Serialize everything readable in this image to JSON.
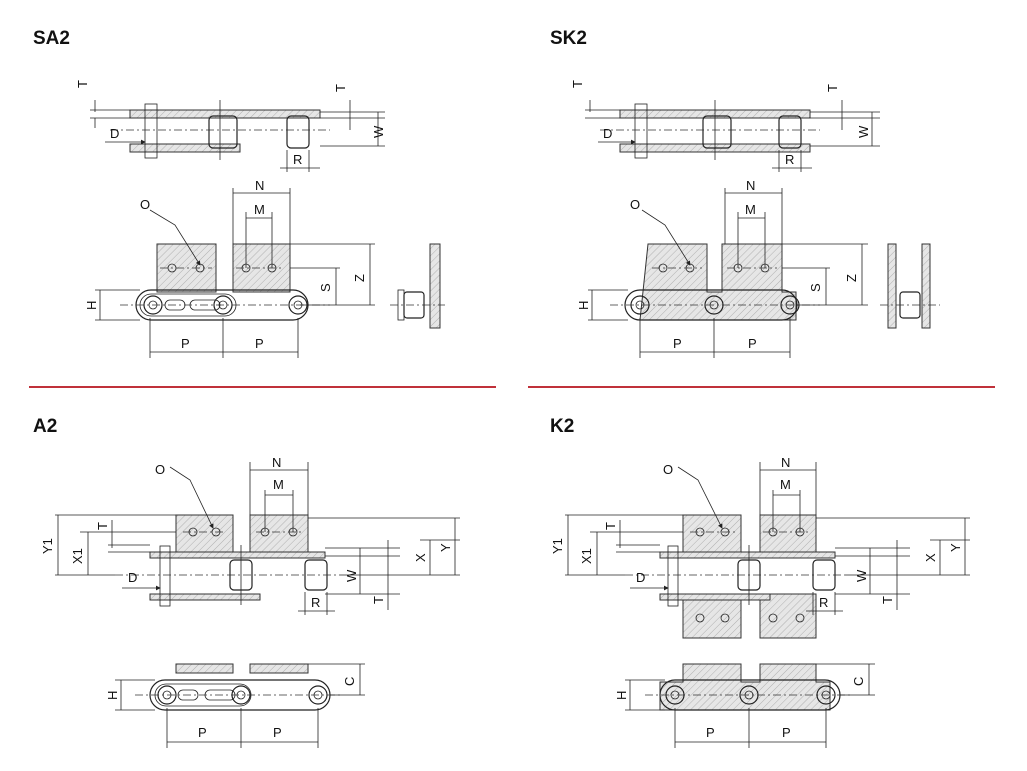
{
  "panels": [
    {
      "id": "sa2",
      "title": "SA2"
    },
    {
      "id": "sk2",
      "title": "SK2"
    },
    {
      "id": "a2",
      "title": "A2"
    },
    {
      "id": "k2",
      "title": "K2"
    }
  ],
  "labels": {
    "T": "T",
    "D": "D",
    "W": "W",
    "R": "R",
    "N": "N",
    "M": "M",
    "O": "O",
    "Z": "Z",
    "S": "S",
    "H": "H",
    "P": "P",
    "X": "X",
    "Y": "Y",
    "X1": "X1",
    "Y1": "Y1",
    "C": "C"
  },
  "colors": {
    "divider": "#c0313a",
    "line": "#222222",
    "hatch": "#bbbbbb"
  }
}
